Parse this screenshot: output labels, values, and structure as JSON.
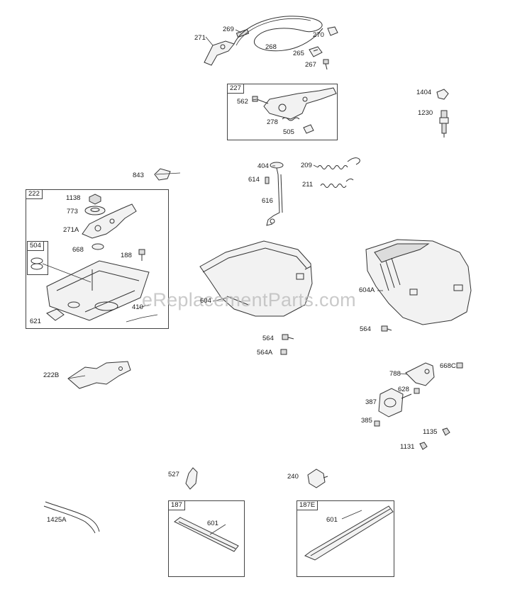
{
  "watermark": "eReplacementParts.com",
  "boxes": [
    {
      "id": "box-227",
      "tag": "227"
    },
    {
      "id": "box-222",
      "tag": "222"
    },
    {
      "id": "box-504",
      "tag": "504"
    },
    {
      "id": "box-187",
      "tag": "187"
    },
    {
      "id": "box-187e",
      "tag": "187E"
    }
  ],
  "labels": {
    "p271": "271",
    "p269": "269",
    "p268": "268",
    "p270": "270",
    "p265": "265",
    "p267": "267",
    "p562": "562",
    "p278": "278",
    "p505": "505",
    "p1404": "1404",
    "p1230": "1230",
    "p843": "843",
    "p404": "404",
    "p614": "614",
    "p616": "616",
    "p209": "209",
    "p211": "211",
    "p1138": "1138",
    "p773": "773",
    "p271a": "271A",
    "p668": "668",
    "p188": "188",
    "p410": "410",
    "p621": "621",
    "p604": "604",
    "p604a": "604A",
    "p564a_left": "564",
    "p564a": "564A",
    "p564_right": "564",
    "p222b": "222B",
    "p788": "788",
    "p668c": "668C",
    "p628": "628",
    "p387": "387",
    "p385": "385",
    "p1135": "1135",
    "p1131": "1131",
    "p527": "527",
    "p240": "240",
    "p1425a": "1425A",
    "p601a": "601",
    "p601b": "601"
  }
}
